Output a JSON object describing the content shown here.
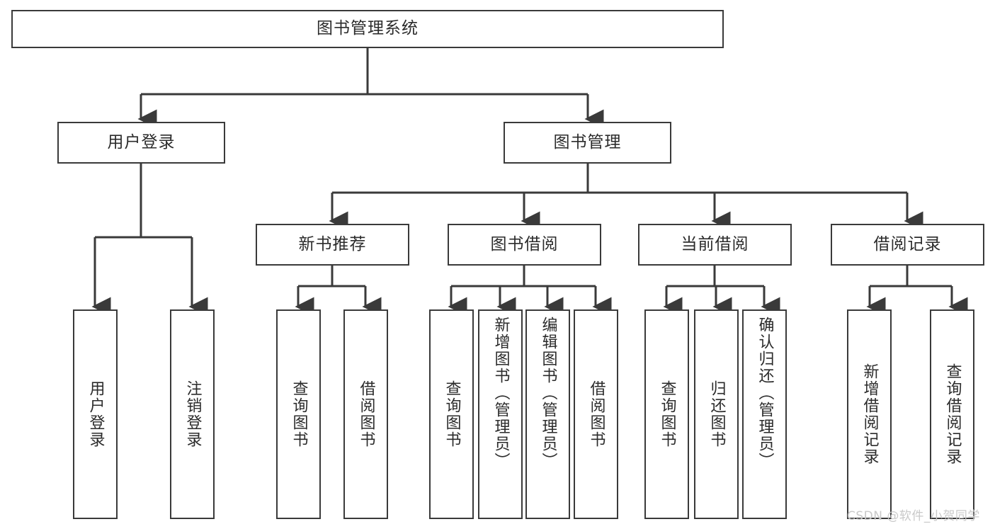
{
  "diagram": {
    "type": "tree",
    "title": "图书管理系统",
    "watermark": "CSDN @软件_小贺同学",
    "colors": {
      "box_border": "#3a3a3a",
      "box_fill": "#ffffff",
      "edge": "#3a3a3a",
      "text": "#2b2b2b",
      "watermark": "#c9c9c9",
      "background": "#ffffff"
    },
    "levels": {
      "root": {
        "label": "图书管理系统"
      },
      "level2": [
        {
          "id": "user-login",
          "label": "用户登录"
        },
        {
          "id": "book-manage",
          "label": "图书管理"
        }
      ],
      "level3": [
        {
          "id": "new-book-recommend",
          "label": "新书推荐"
        },
        {
          "id": "book-borrow",
          "label": "图书借阅"
        },
        {
          "id": "current-borrow",
          "label": "当前借阅"
        },
        {
          "id": "borrow-record",
          "label": "借阅记录"
        }
      ],
      "leaves": {
        "user-login": [
          {
            "id": "leaf-user-login",
            "label": "用户登录"
          },
          {
            "id": "leaf-logout",
            "label": "注销登录"
          }
        ],
        "new-book-recommend": [
          {
            "id": "leaf-query-book-1",
            "label": "查询图书"
          },
          {
            "id": "leaf-borrow-book-1",
            "label": "借阅图书"
          }
        ],
        "book-borrow": [
          {
            "id": "leaf-query-book-2",
            "label": "查询图书"
          },
          {
            "id": "leaf-add-book",
            "label": "新增图书（管理员）"
          },
          {
            "id": "leaf-edit-book",
            "label": "编辑图书（管理员）"
          },
          {
            "id": "leaf-borrow-book-2",
            "label": "借阅图书"
          }
        ],
        "current-borrow": [
          {
            "id": "leaf-query-book-3",
            "label": "查询图书"
          },
          {
            "id": "leaf-return-book",
            "label": "归还图书"
          },
          {
            "id": "leaf-confirm-return",
            "label": "确认归还（管理员）"
          }
        ],
        "borrow-record": [
          {
            "id": "leaf-add-record",
            "label": "新增借阅记录"
          },
          {
            "id": "leaf-query-record",
            "label": "查询借阅记录"
          }
        ]
      }
    }
  }
}
